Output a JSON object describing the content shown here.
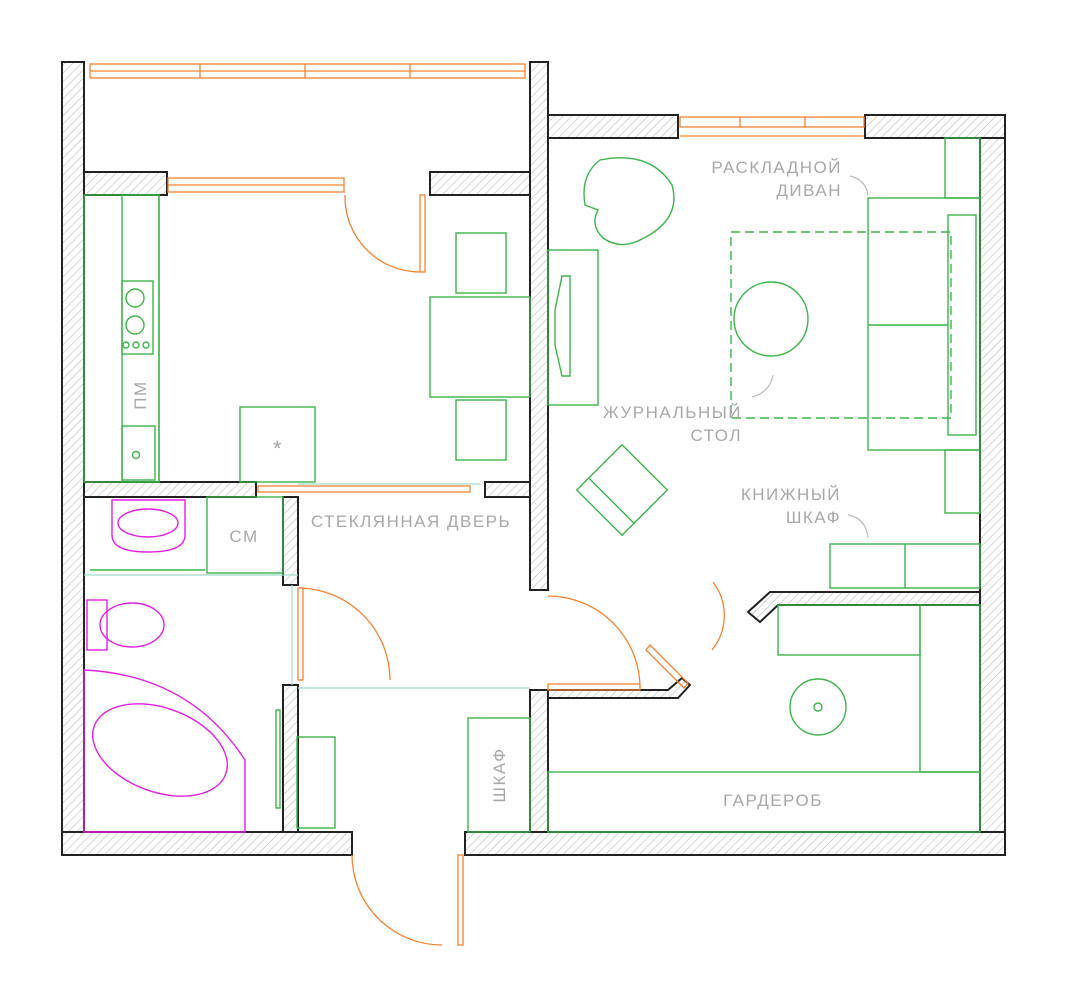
{
  "plan": {
    "labels": {
      "sofa": [
        "РАСКЛАДНОЙ",
        "ДИВАН"
      ],
      "coffee_table": [
        "ЖУРНАЛЬНЫЙ",
        "СТОЛ"
      ],
      "bookcase": [
        "КНИЖНЫЙ",
        "ШКАФ"
      ],
      "glass_door": "СТЕКЛЯННАЯ ДВЕРЬ",
      "wardrobe": "ГАРДЕРОБ",
      "closet": "ШКАФ",
      "dishwasher": "ПМ",
      "washing_machine": "СМ",
      "fridge_mark": "*"
    },
    "colors": {
      "walls": "#222222",
      "furniture": "#3cb54a",
      "doors_windows": "#f58232",
      "plumbing": "#e020e0",
      "glass": "#9fdccc",
      "labels": "#a8a8a8"
    }
  }
}
